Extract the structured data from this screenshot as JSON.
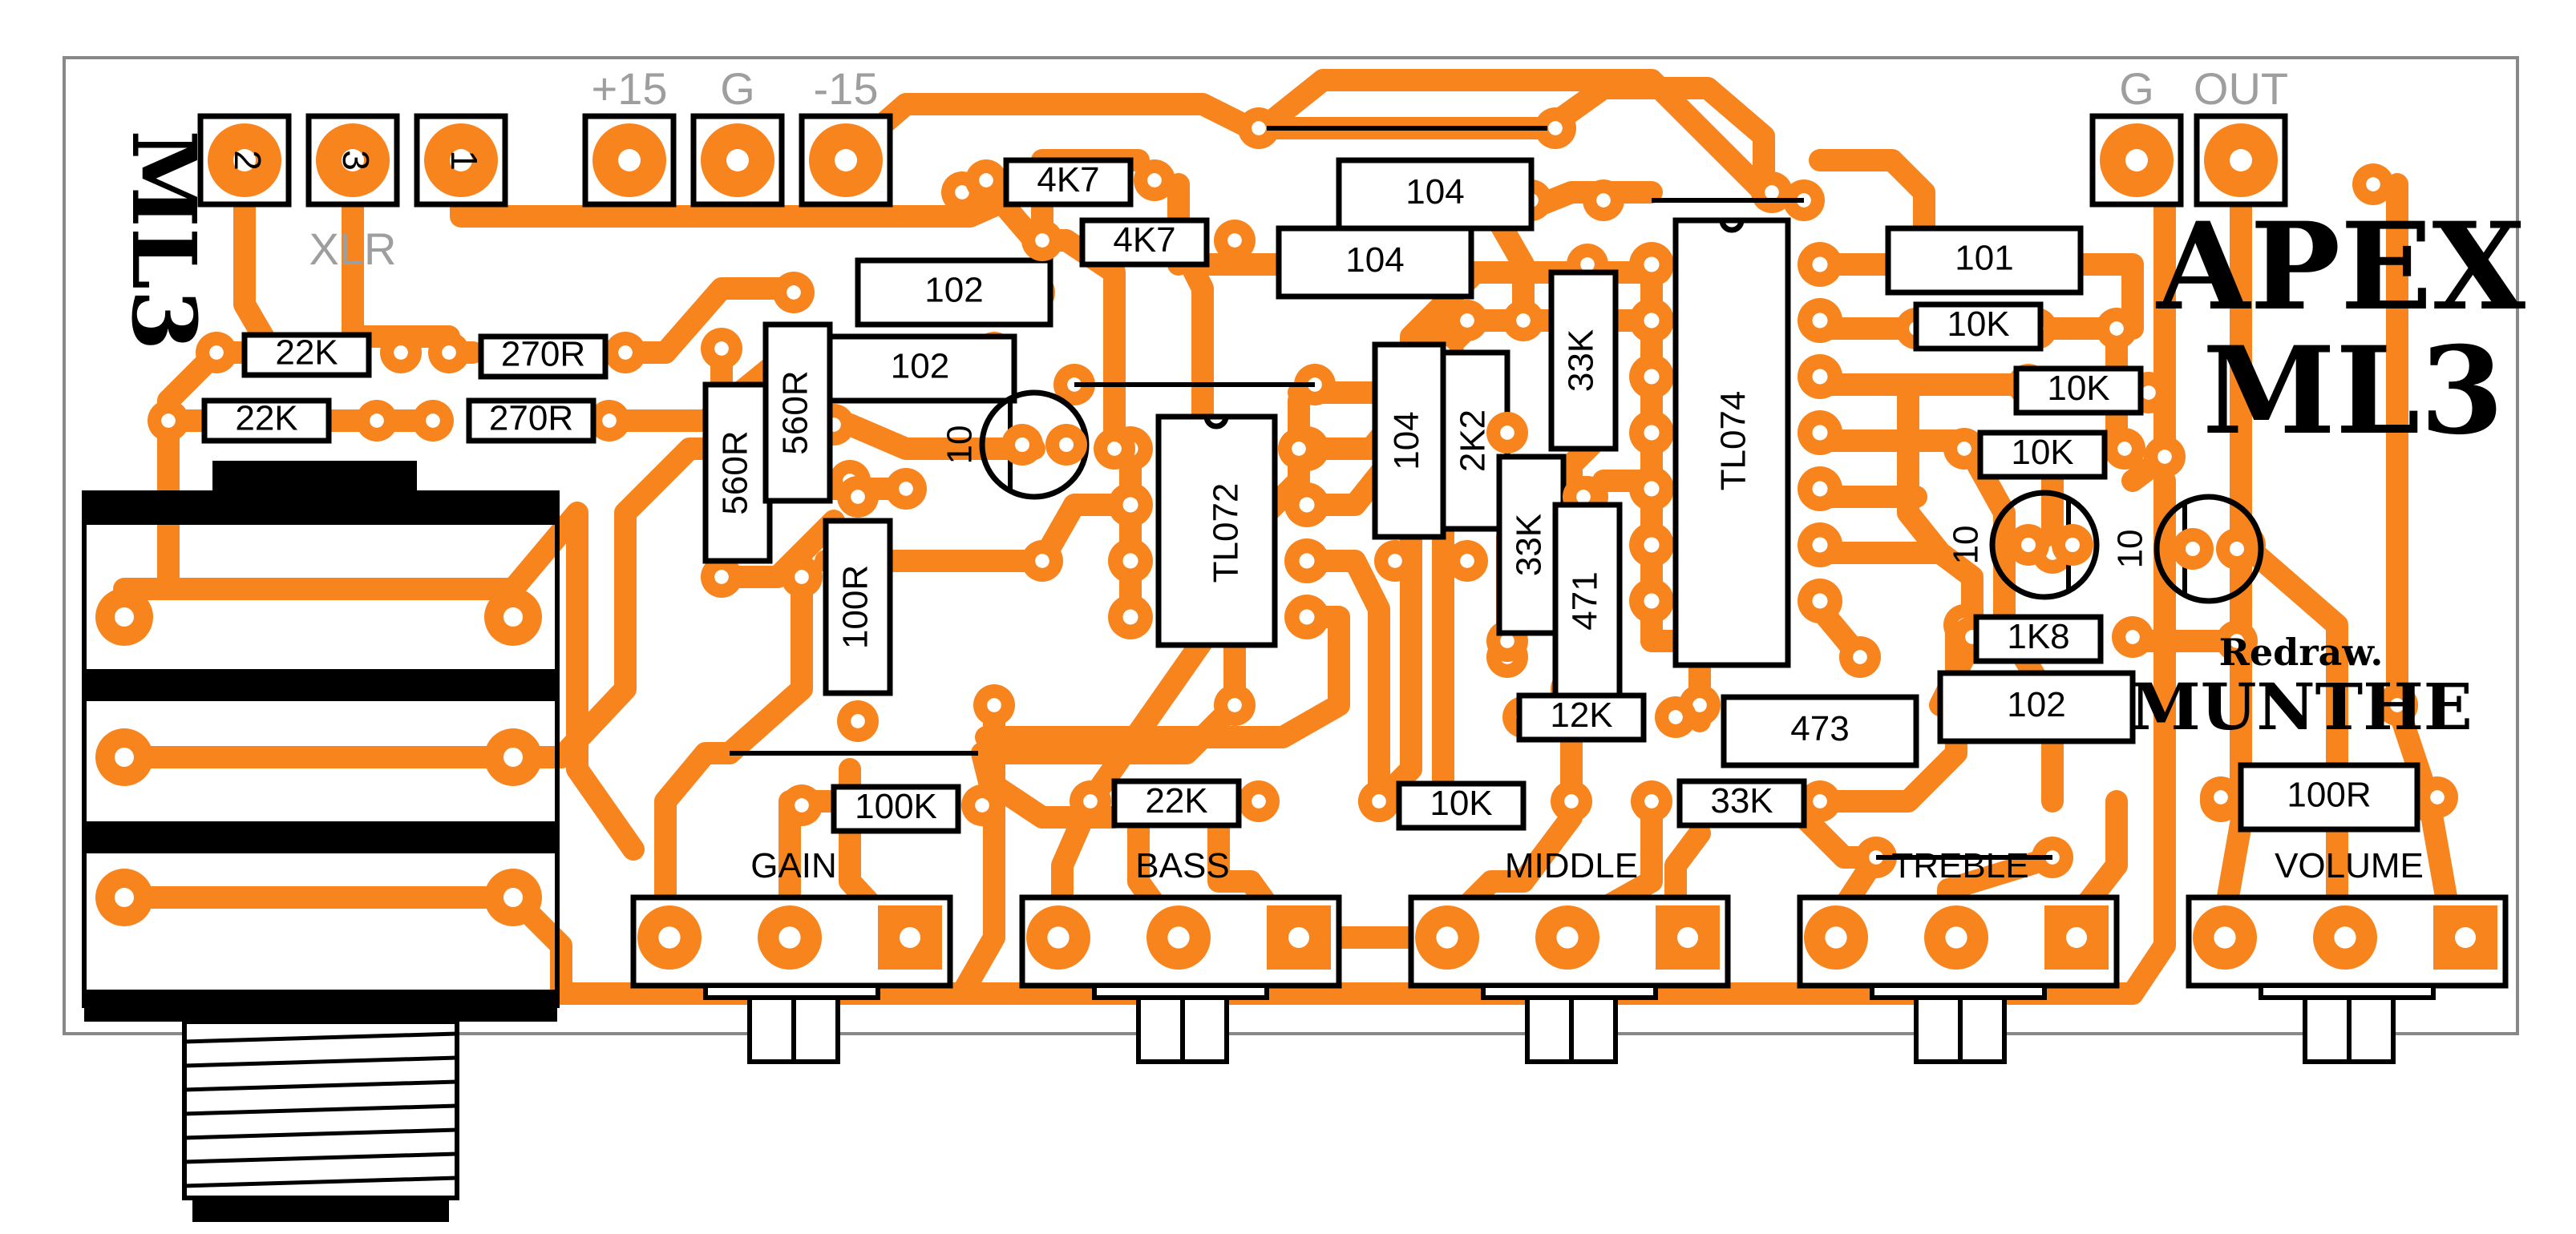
{
  "connectors": {
    "xlr_pins": [
      "2",
      "3",
      "1"
    ],
    "xlr_label": "XLR",
    "power_labels": [
      "+15",
      "G",
      "-15"
    ],
    "output_labels": [
      "G",
      "OUT"
    ]
  },
  "board_mark": "ML3",
  "brand": {
    "line1": "APEX",
    "line2": "ML3",
    "redraw": "Redraw.",
    "author": "MUNTHE"
  },
  "components": {
    "r_22k_a": "22K",
    "r_22k_b": "22K",
    "r_270r_a": "270R",
    "r_270r_b": "270R",
    "r_560r_a": "560R",
    "r_560r_b": "560R",
    "c_102_a": "102",
    "c_102_b": "102",
    "r_4k7_a": "4K7",
    "r_4k7_b": "4K7",
    "c_104_a": "104",
    "c_104_b": "104",
    "c_104_c": "104",
    "r_2k2": "2K2",
    "r_33k_a": "33K",
    "r_33k_b": "33K",
    "r_33k_c": "33K",
    "c_471": "471",
    "r_12k": "12K",
    "c_473": "473",
    "r_10k_a": "10K",
    "r_10k_b": "10K",
    "r_10k_c": "10K",
    "r_10k_d": "10K",
    "c_101": "101",
    "r_1k8": "1K8",
    "c_102_c": "102",
    "r_100r_a": "100R",
    "r_100r_b": "100R",
    "r_100k": "100K",
    "r_22k_c": "22K",
    "ecap_a": "10",
    "ecap_b": "10",
    "ecap_c": "10",
    "ic_tl072": "TL072",
    "ic_tl074": "TL074"
  },
  "pots": [
    "GAIN",
    "BASS",
    "MIDDLE",
    "TREBLE",
    "VOLUME"
  ],
  "colors": {
    "copper": "#f7841c",
    "silkscreen": "#000000",
    "connector_label": "#9e9e9e",
    "background": "#ffffff"
  }
}
